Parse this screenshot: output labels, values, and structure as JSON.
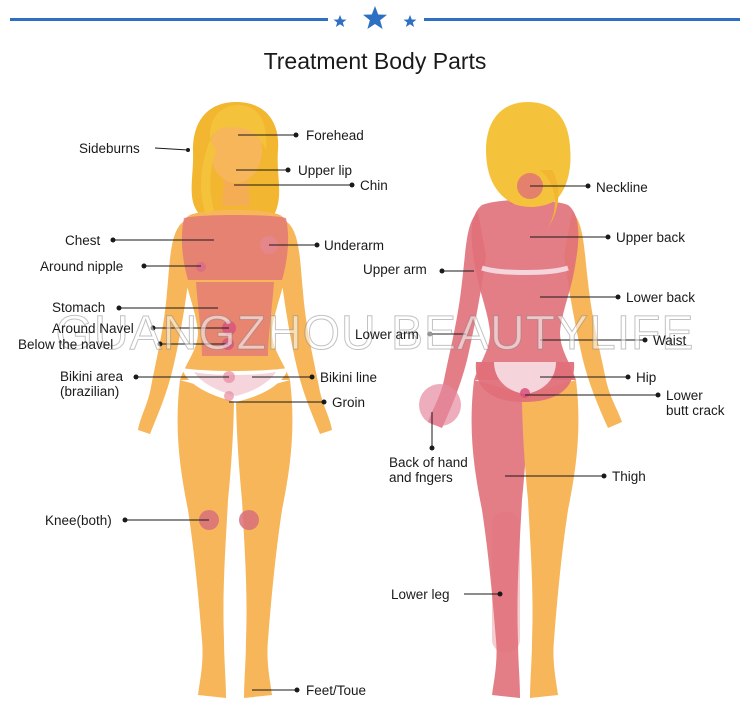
{
  "title": "Treatment Body Parts",
  "watermark": "GUANGZHOU BEAUTYLIFE",
  "colors": {
    "header_blue": "#2e6fc4",
    "skin": "#f7b65a",
    "skin_shadow": "#e9983c",
    "treatment_zone": "#e0707a",
    "hair": "#f5c33b",
    "text": "#1a1a1a"
  },
  "icons": {
    "header": "star-icon"
  },
  "front_labels": {
    "sideburns": "Sideburns",
    "forehead": "Forehead",
    "upper_lip": "Upper lip",
    "chin": "Chin",
    "chest": "Chest",
    "underarm": "Underarm",
    "around_nipple": "Around nipple",
    "stomach": "Stomach",
    "around_navel": "Around Navel",
    "below_navel": "Below the navel",
    "bikini_area": "Bikini area\n(brazilian)",
    "bikini_line": "Bikini line",
    "groin": "Groin",
    "knee": "Knee(both)",
    "feet": "Feet/Toue"
  },
  "back_labels": {
    "neckline": "Neckline",
    "upper_back": "Upper back",
    "upper_arm": "Upper arm",
    "lower_back": "Lower back",
    "lower_arm": "Lower arm",
    "waist": "Waist",
    "hip": "Hip",
    "lower_butt_crack": "Lower\nbutt crack",
    "back_of_hand": "Back of hand\nand fngers",
    "thigh": "Thigh",
    "lower_leg": "Lower leg"
  }
}
